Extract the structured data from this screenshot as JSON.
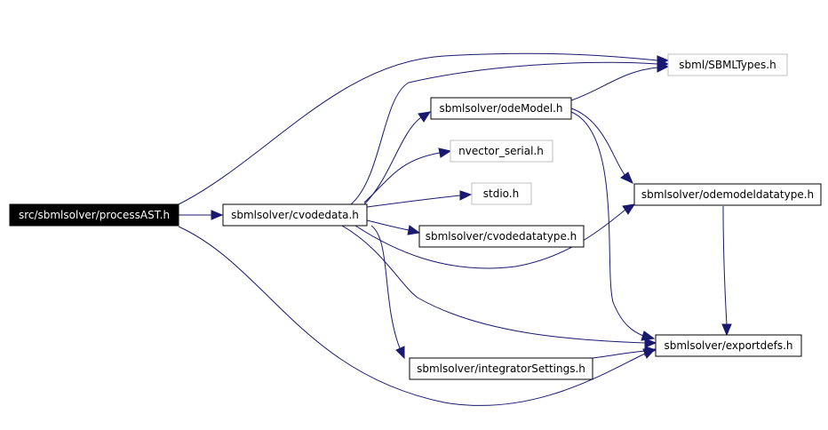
{
  "colors": {
    "edge": "#191970",
    "node_border_dark": "#000000",
    "node_border_light": "#bfbfbf",
    "root_fill": "#000000",
    "root_text": "#ffffff",
    "node_text": "#000000"
  },
  "nodes": {
    "processast": "src/sbmlsolver/processAST.h",
    "cvodedata": "sbmlsolver/cvodedata.h",
    "sbmltypes": "sbml/SBMLTypes.h",
    "odemodel": "sbmlsolver/odeModel.h",
    "nvector": "nvector_serial.h",
    "stdio": "stdio.h",
    "odemodeldatatype": "sbmlsolver/odemodeldatatype.h",
    "cvodedatatype": "sbmlsolver/cvodedatatype.h",
    "exportdefs": "sbmlsolver/exportdefs.h",
    "integratorsettings": "sbmlsolver/integratorSettings.h"
  }
}
